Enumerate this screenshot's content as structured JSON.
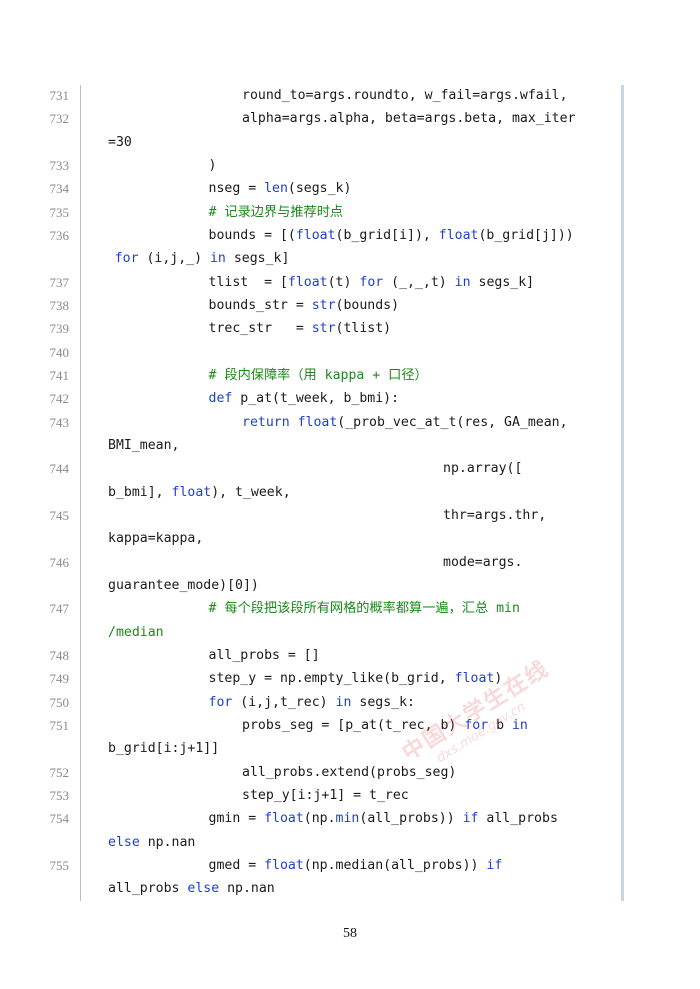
{
  "page_number": "58",
  "watermark": {
    "main": "中国大学生在线",
    "sub": "dxs.moe.gov.cn"
  },
  "colors": {
    "keyword": "#1f40d0",
    "comment": "#1a8a1a",
    "text": "#1a1a1a",
    "line_number": "#8a8a8a"
  },
  "lines": [
    {
      "n": "731",
      "rows": [
        {
          "i": 4,
          "s": [
            [
              "t",
              "round_to=args.roundto, w_fail=args.wfail,"
            ]
          ]
        }
      ]
    },
    {
      "n": "732",
      "rows": [
        {
          "i": 4,
          "s": [
            [
              "t",
              "alpha=args.alpha, beta=args.beta, max_iter"
            ]
          ]
        },
        {
          "i": 0,
          "s": [
            [
              "t",
              "=30"
            ]
          ]
        }
      ]
    },
    {
      "n": "733",
      "rows": [
        {
          "i": 3,
          "s": [
            [
              "t",
              ")"
            ]
          ]
        }
      ]
    },
    {
      "n": "734",
      "rows": [
        {
          "i": 3,
          "s": [
            [
              "t",
              "nseg = "
            ],
            [
              "k",
              "len"
            ],
            [
              "t",
              "(segs_k)"
            ]
          ]
        }
      ]
    },
    {
      "n": "735",
      "rows": [
        {
          "i": 3,
          "s": [
            [
              "c",
              "# 记录边界与推荐时点"
            ]
          ]
        }
      ]
    },
    {
      "n": "736",
      "rows": [
        {
          "i": 3,
          "s": [
            [
              "t",
              "bounds = [("
            ],
            [
              "k",
              "float"
            ],
            [
              "t",
              "(b_grid[i]), "
            ],
            [
              "k",
              "float"
            ],
            [
              "t",
              "(b_grid[j]))"
            ]
          ]
        },
        {
          "i": 0.2,
          "s": [
            [
              "k",
              "for"
            ],
            [
              "t",
              " (i,j,_) "
            ],
            [
              "k",
              "in"
            ],
            [
              "t",
              " segs_k]"
            ]
          ]
        }
      ]
    },
    {
      "n": "737",
      "rows": [
        {
          "i": 3,
          "s": [
            [
              "t",
              "tlist  = ["
            ],
            [
              "k",
              "float"
            ],
            [
              "t",
              "(t) "
            ],
            [
              "k",
              "for"
            ],
            [
              "t",
              " (_,_,t) "
            ],
            [
              "k",
              "in"
            ],
            [
              "t",
              " segs_k]"
            ]
          ]
        }
      ]
    },
    {
      "n": "738",
      "rows": [
        {
          "i": 3,
          "s": [
            [
              "t",
              "bounds_str = "
            ],
            [
              "k",
              "str"
            ],
            [
              "t",
              "(bounds)"
            ]
          ]
        }
      ]
    },
    {
      "n": "739",
      "rows": [
        {
          "i": 3,
          "s": [
            [
              "t",
              "trec_str   = "
            ],
            [
              "k",
              "str"
            ],
            [
              "t",
              "(tlist)"
            ]
          ]
        }
      ]
    },
    {
      "n": "740",
      "rows": [
        {
          "i": 0,
          "s": [
            [
              "t",
              ""
            ]
          ]
        }
      ]
    },
    {
      "n": "741",
      "rows": [
        {
          "i": 3,
          "s": [
            [
              "c",
              "# 段内保障率（用 kappa + 口径）"
            ]
          ]
        }
      ]
    },
    {
      "n": "742",
      "rows": [
        {
          "i": 3,
          "s": [
            [
              "k",
              "def"
            ],
            [
              "t",
              " p_at(t_week, b_bmi):"
            ]
          ]
        }
      ]
    },
    {
      "n": "743",
      "rows": [
        {
          "i": 4,
          "s": [
            [
              "k",
              "return"
            ],
            [
              "t",
              " "
            ],
            [
              "k",
              "float"
            ],
            [
              "t",
              "(_prob_vec_at_t(res, GA_mean,"
            ]
          ]
        },
        {
          "i": 0,
          "s": [
            [
              "t",
              "BMI_mean,"
            ]
          ]
        }
      ]
    },
    {
      "n": "744",
      "rows": [
        {
          "i": 10,
          "s": [
            [
              "t",
              "np.array(["
            ]
          ]
        },
        {
          "i": 0,
          "s": [
            [
              "t",
              "b_bmi], "
            ],
            [
              "k",
              "float"
            ],
            [
              "t",
              "), t_week,"
            ]
          ]
        }
      ]
    },
    {
      "n": "745",
      "rows": [
        {
          "i": 10,
          "s": [
            [
              "t",
              "thr=args.thr,"
            ]
          ]
        },
        {
          "i": 0,
          "s": [
            [
              "t",
              "kappa=kappa,"
            ]
          ]
        }
      ]
    },
    {
      "n": "746",
      "rows": [
        {
          "i": 10,
          "s": [
            [
              "t",
              "mode=args."
            ]
          ]
        },
        {
          "i": 0,
          "s": [
            [
              "t",
              "guarantee_mode)[0])"
            ]
          ]
        }
      ]
    },
    {
      "n": "747",
      "rows": [
        {
          "i": 3,
          "s": [
            [
              "c",
              "# 每个段把该段所有网格的概率都算一遍，汇总 min"
            ]
          ]
        },
        {
          "i": 0,
          "s": [
            [
              "c",
              "/median"
            ]
          ]
        }
      ]
    },
    {
      "n": "748",
      "rows": [
        {
          "i": 3,
          "s": [
            [
              "t",
              "all_probs = []"
            ]
          ]
        }
      ]
    },
    {
      "n": "749",
      "rows": [
        {
          "i": 3,
          "s": [
            [
              "t",
              "step_y = np.empty_like(b_grid, "
            ],
            [
              "k",
              "float"
            ],
            [
              "t",
              ")"
            ]
          ]
        }
      ]
    },
    {
      "n": "750",
      "rows": [
        {
          "i": 3,
          "s": [
            [
              "k",
              "for"
            ],
            [
              "t",
              " (i,j,t_rec) "
            ],
            [
              "k",
              "in"
            ],
            [
              "t",
              " segs_k:"
            ]
          ]
        }
      ]
    },
    {
      "n": "751",
      "rows": [
        {
          "i": 4,
          "s": [
            [
              "t",
              "probs_seg = [p_at(t_rec, b) "
            ],
            [
              "k",
              "for"
            ],
            [
              "t",
              " b "
            ],
            [
              "k",
              "in"
            ]
          ]
        },
        {
          "i": 0,
          "s": [
            [
              "t",
              "b_grid[i:j+1]]"
            ]
          ]
        }
      ]
    },
    {
      "n": "752",
      "rows": [
        {
          "i": 4,
          "s": [
            [
              "t",
              "all_probs.extend(probs_seg)"
            ]
          ]
        }
      ]
    },
    {
      "n": "753",
      "rows": [
        {
          "i": 4,
          "s": [
            [
              "t",
              "step_y[i:j+1] = t_rec"
            ]
          ]
        }
      ]
    },
    {
      "n": "754",
      "rows": [
        {
          "i": 3,
          "s": [
            [
              "t",
              "gmin = "
            ],
            [
              "k",
              "float"
            ],
            [
              "t",
              "(np."
            ],
            [
              "k",
              "min"
            ],
            [
              "t",
              "(all_probs)) "
            ],
            [
              "k",
              "if"
            ],
            [
              "t",
              " all_probs"
            ]
          ]
        },
        {
          "i": 0,
          "s": [
            [
              "k",
              "else"
            ],
            [
              "t",
              " np.nan"
            ]
          ]
        }
      ]
    },
    {
      "n": "755",
      "rows": [
        {
          "i": 3,
          "s": [
            [
              "t",
              "gmed = "
            ],
            [
              "k",
              "float"
            ],
            [
              "t",
              "(np.median(all_probs)) "
            ],
            [
              "k",
              "if"
            ]
          ]
        },
        {
          "i": 0,
          "s": [
            [
              "t",
              "all_probs "
            ],
            [
              "k",
              "else"
            ],
            [
              "t",
              " np.nan"
            ]
          ]
        }
      ]
    }
  ]
}
